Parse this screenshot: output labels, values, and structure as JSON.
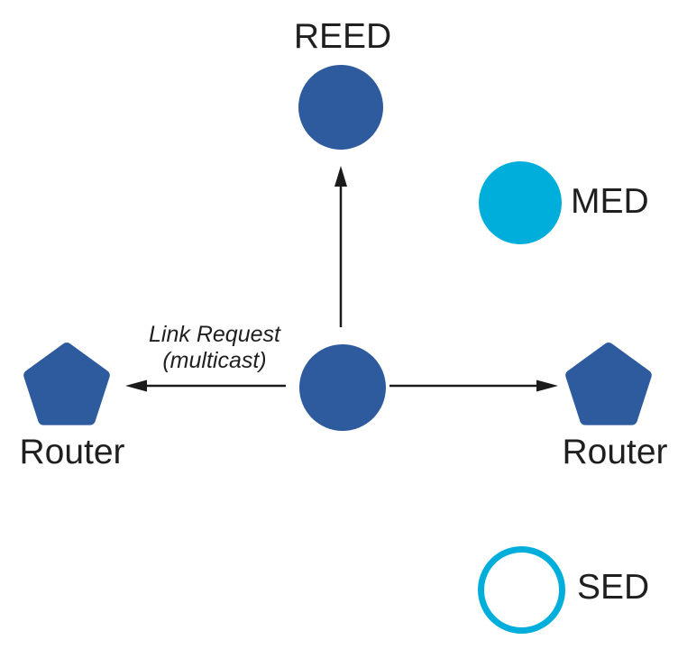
{
  "colors": {
    "node_blue": "#2D5B9E",
    "node_cyan": "#00AEDB",
    "line_black": "#1B1B1B",
    "text_black": "#1F1F1F",
    "background": "#FFFFFF"
  },
  "diagram": {
    "nodes": {
      "reed": {
        "label": "REED",
        "shape": "filled-circle"
      },
      "med": {
        "label": "MED",
        "shape": "filled-circle"
      },
      "center": {
        "label": "",
        "shape": "filled-circle"
      },
      "router_left": {
        "label": "Router",
        "shape": "pentagon"
      },
      "router_right": {
        "label": "Router",
        "shape": "pentagon"
      },
      "sed": {
        "label": "SED",
        "shape": "outlined-circle"
      }
    },
    "annotation": {
      "line1": "Link Request",
      "line2": "(multicast)"
    }
  }
}
